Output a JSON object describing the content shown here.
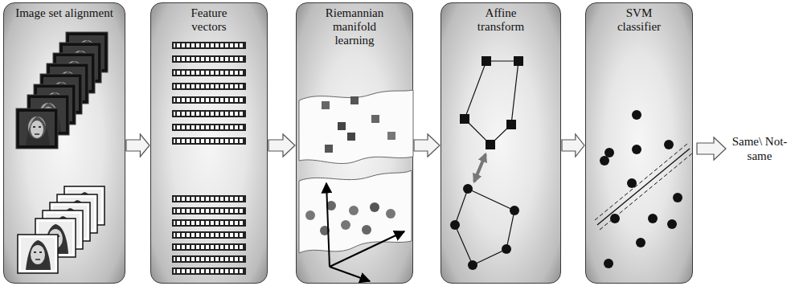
{
  "diagram": {
    "nodes": [
      {
        "text": [
          "Image set alignment"
        ]
      },
      {
        "text": [
          "Feature vectors"
        ]
      },
      {
        "text": [
          "Riemannian manifold learning"
        ]
      },
      {
        "text": [
          "Affine transform"
        ]
      },
      {
        "text": [
          "SVM classifier"
        ]
      }
    ],
    "edges": [
      {
        "from": 0,
        "to": 1,
        "arrow": "to"
      },
      {
        "from": 1,
        "to": 2,
        "arrow": "to"
      },
      {
        "from": 2,
        "to": 3,
        "arrow": "to"
      },
      {
        "from": 3,
        "to": 4,
        "arrow": "to"
      }
    ],
    "labels": [
      "Same\\ Not-same"
    ]
  }
}
